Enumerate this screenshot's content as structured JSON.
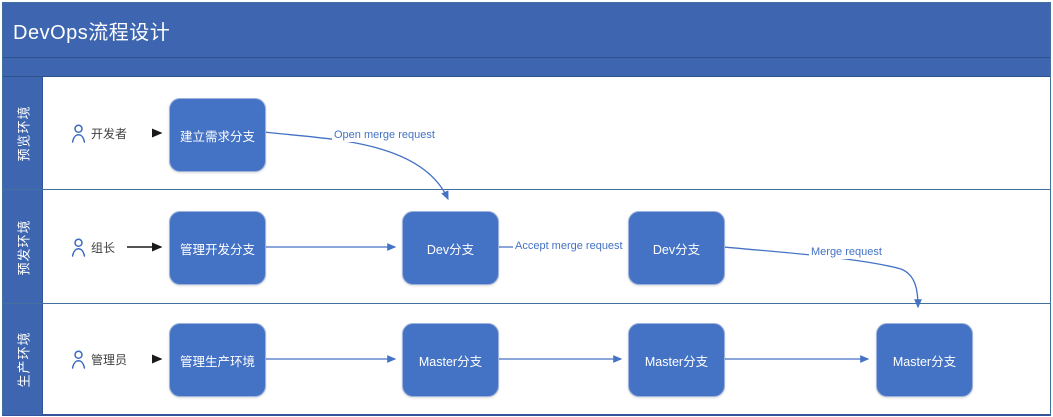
{
  "title": "DevOps流程设计",
  "lanes": [
    {
      "label": "预览环境",
      "actor": "开发者"
    },
    {
      "label": "预发环境",
      "actor": "组长"
    },
    {
      "label": "生产环境",
      "actor": "管理员"
    }
  ],
  "nodes": {
    "create_branch": "建立需求分支",
    "manage_dev_branch": "管理开发分支",
    "dev_branch_1": "Dev分支",
    "dev_branch_2": "Dev分支",
    "manage_prod_env": "管理生产环境",
    "master_branch_1": "Master分支",
    "master_branch_2": "Master分支",
    "master_branch_3": "Master分支"
  },
  "connectors": {
    "open_merge_request": "Open merge request",
    "accept_merge_request": "Accept merge request",
    "merge_request": "Merge request"
  },
  "colors": {
    "band_blue": "#3E66B0",
    "box_blue": "#4472C4",
    "connector_blue": "#4472C4",
    "separator_blue": "#41719C",
    "actor_icon_blue": "#3B6BBF",
    "actor_text": "#3F3F3F",
    "black_arrow": "#1A1A1A"
  }
}
